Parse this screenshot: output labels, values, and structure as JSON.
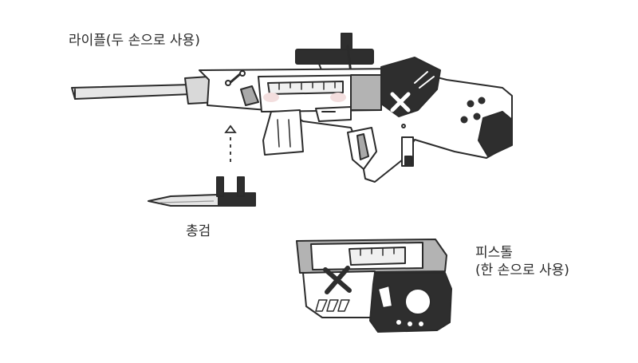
{
  "labels": {
    "rifle": "라이플(두 손으로 사용)",
    "bayonet": "총검",
    "pistol_line1": "피스톨",
    "pistol_line2": "(한 손으로 사용)"
  },
  "colors": {
    "outline": "#2b2b2b",
    "body_white": "#ffffff",
    "light_gray": "#d9d9d9",
    "mid_gray": "#a9a9a9",
    "dark": "#2e2e2e",
    "pink_tint": "#f3dede"
  }
}
